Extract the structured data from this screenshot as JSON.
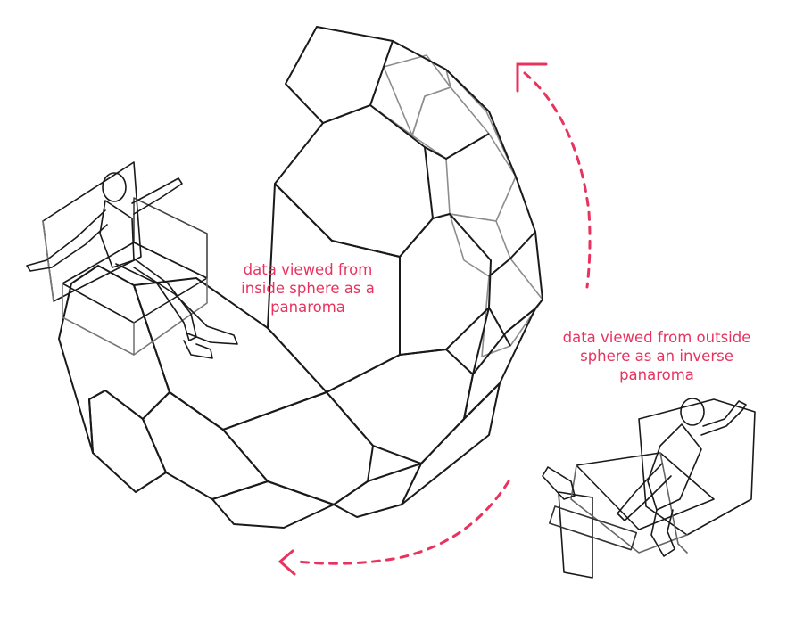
{
  "captions": {
    "inside": [
      "data viewed from",
      "inside sphere as a",
      "panaroma"
    ],
    "outside": [
      "data viewed from outside",
      "sphere as an inverse",
      "panaroma"
    ]
  },
  "figures": {
    "dome": "hexagonal-sphere-shell",
    "viewer_inside": "person-seated-arms-outstretched",
    "viewer_outside": "person-seated-reclined"
  },
  "colors": {
    "accent": "#e8335f",
    "line": "#1a1a1a",
    "line_back": "#8a8a8a"
  }
}
